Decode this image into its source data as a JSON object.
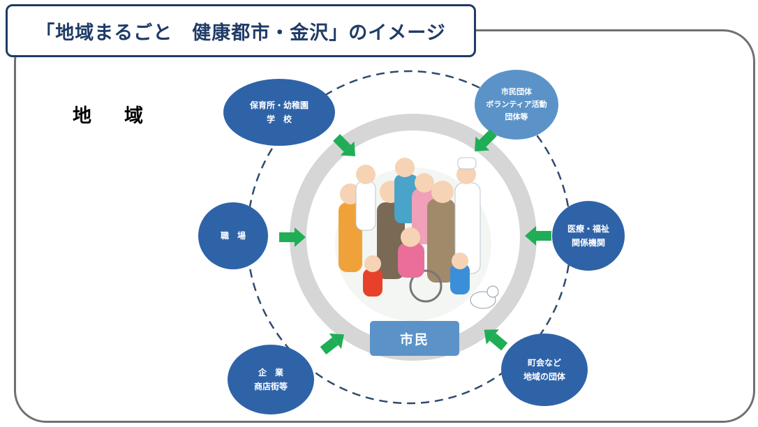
{
  "title": "「地域まるごと　健康都市・金沢」のイメージ",
  "region_label": "地　域",
  "center": {
    "label": "市民",
    "image_description_icon": "family-illustration"
  },
  "nodes": {
    "nursery": "保育所・幼稚園\n学　校",
    "citizen_groups": "市民団体\nボランティア活動\n団体等",
    "workplace": "職　場",
    "medical": "医療・福祉\n関係機関",
    "companies": "企　業\n商店街等",
    "community": "町会など\n地域の団体"
  },
  "colors": {
    "title_border": "#1f3b66",
    "node_fill": "#2f63a8",
    "node_fill_light": "#5b93c9",
    "arrow": "#1fae56",
    "ring": "#d6d6d6",
    "frame": "#707070"
  }
}
